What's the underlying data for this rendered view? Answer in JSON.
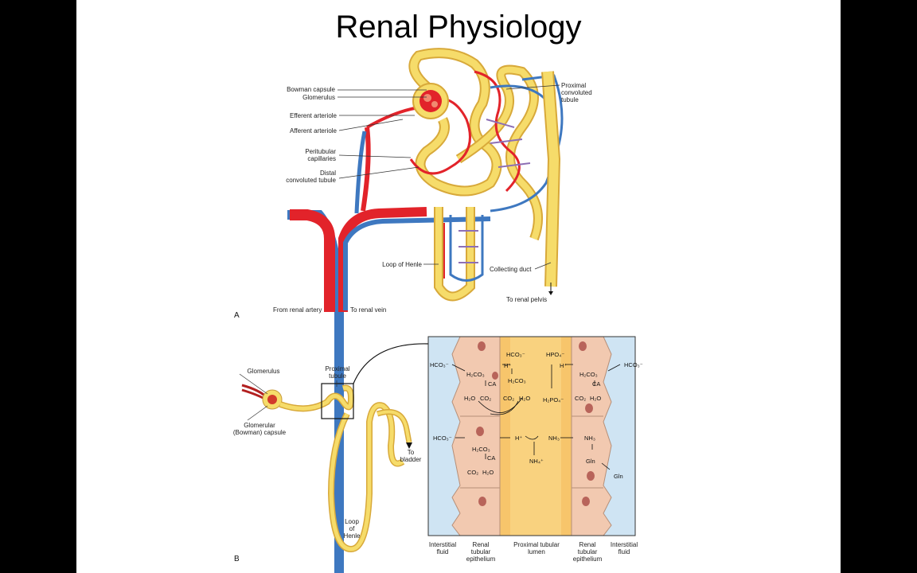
{
  "slide": {
    "title": "Renal Physiology"
  },
  "panel_a": {
    "letter": "A",
    "labels": {
      "bowman_capsule": "Bowman capsule",
      "glomerulus": "Glomerulus",
      "efferent_arteriole": "Efferent arteriole",
      "afferent_arteriole": "Afferent arteriole",
      "peritubular_capillaries": "Peritubular\ncapillaries",
      "distal_convoluted_tubule": "Distal\nconvoluted tubule",
      "proximal_convoluted_tubule": "Proximal\nconvoluted\ntubule",
      "loop_of_henle": "Loop of Henle",
      "collecting_duct": "Collecting duct",
      "to_renal_pelvis": "To renal pelvis",
      "from_renal_artery": "From renal artery",
      "to_renal_vein": "To renal vein"
    }
  },
  "panel_b": {
    "letter": "B",
    "labels": {
      "glomerulus": "Glomerulus",
      "glomerular_capsule": "Glomerular\n(Bowman) capsule",
      "proximal_tubule": "Proximal\ntubule",
      "to_bladder": "To\nbladder",
      "loop_of_henle": "Loop\nof\nHenle"
    },
    "cell_diagram": {
      "bottom_labels": {
        "interstitial_left": "Interstitial\nfluid",
        "epithelium_left": "Renal\ntubular\nepithelium",
        "lumen": "Proximal tubular\nlumen",
        "epithelium_right": "Renal\ntubular\nepithelium",
        "interstitial_right": "Interstitial\nfluid"
      },
      "chem": {
        "hco3_1": "HCO₃⁻",
        "h2co3_1": "H₂CO₃",
        "ca_1": "CA",
        "h2o_1": "H₂O",
        "co2_1": "CO₂",
        "hco3_lumen": "HCO₃⁻",
        "h_lumen_1": "H⁺",
        "h2co3_lumen": "H₂CO₃",
        "co2_lumen": "CO₂",
        "h2o_lumen": "H₂O",
        "hpo4": "HPO₄⁻",
        "h_lumen_2": "H⁺",
        "h2po4": "H₂PO₄⁻",
        "hco3_right": "HCO₃⁻",
        "h2co3_right": "H₂CO₃",
        "ca_right": "CA",
        "co2_right": "CO₂",
        "h2o_right": "H₂O",
        "hco3_2": "HCO₃⁻",
        "h_lumen_3": "H⁺",
        "nh3_lumen": "NH₃",
        "nh4": "NH₄⁺",
        "nh3_cell": "NH₃",
        "h2co3_2": "H₂CO₃",
        "ca_2": "CA",
        "co2_2": "CO₂",
        "h2o_2": "H₂O",
        "gln_cell": "Gln",
        "gln_out": "Gln"
      }
    }
  },
  "colors": {
    "artery": "#e2232a",
    "vein": "#3e78c0",
    "tubule": "#f6dc6a",
    "tubule_edge": "#d8a93a",
    "interstitial": "#cfe4f3",
    "epithelium": "#f2c9b0",
    "lumen": "#f7c56b",
    "nucleus": "#b8645a"
  }
}
